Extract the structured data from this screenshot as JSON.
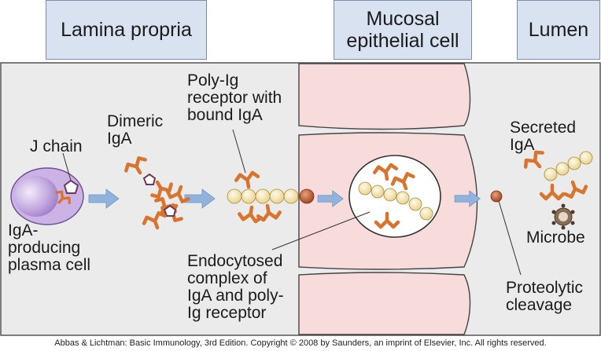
{
  "headers": {
    "lamina_propria": "Lamina propria",
    "epithelial_cell": "Mucosal\nepithelial cell",
    "lumen": "Lumen"
  },
  "labels": {
    "j_chain": "J chain",
    "dimeric_iga": "Dimeric\nIgA",
    "poly_ig_receptor": "Poly-Ig\nreceptor with\nbound IgA",
    "secreted_iga": "Secreted\nIgA",
    "microbe": "Microbe",
    "plasma_cell": "IgA-\nproducing\nplasma cell",
    "endocytosed_complex": "Endocytosed\ncomplex of\nIgA and poly-\nIg receptor",
    "proteolytic_cleavage": "Proteolytic\ncleavage"
  },
  "caption": "Abbas & Lichtman: Basic Immunology, 3rd Edition. Copyright © 2008 by Saunders, an imprint of Elsevier, Inc. All rights reserved.",
  "colors": {
    "panel_bg": "#ebebeb",
    "epithelial_pink": "#f8dcdc",
    "header_bg": "#d9e2f1",
    "antibody_orange": "#d9742f",
    "receptor_bead": "#f2e2a6",
    "arrow_blue": "#8fb3dd",
    "plasma_cell_purple": "#b79ad6",
    "cleavage_site": "#b8552f",
    "microbe_brown": "#8a6d55"
  }
}
